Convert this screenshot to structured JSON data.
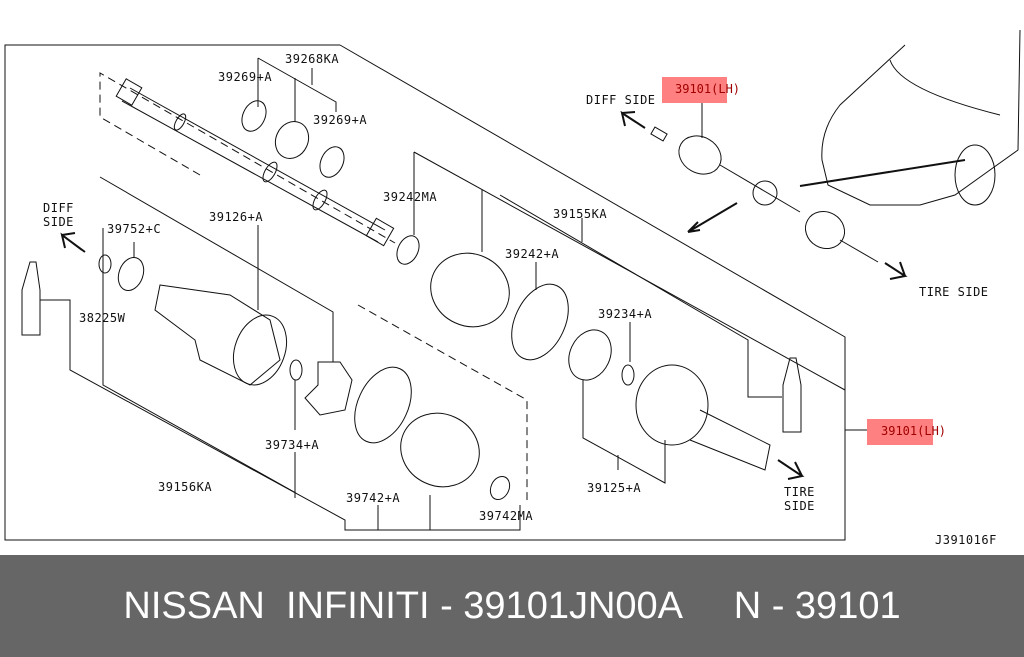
{
  "labels": {
    "p39268KA": "39268KA",
    "p39269a": "39269+A",
    "p39269b": "39269+A",
    "p39242MA": "39242MA",
    "p39126": "39126+A",
    "p39752": "39752+C",
    "p38225W": "38225W",
    "p39734": "39734+A",
    "p39156KA": "39156KA",
    "p39742": "39742+A",
    "p39742MA": "39742MA",
    "p39155KA": "39155KA",
    "p39242": "39242+A",
    "p39234": "39234+A",
    "p39125": "39125+A",
    "diff_side_left": "DIFF\nSIDE",
    "tire_side_bottom": "TIRE\nSIDE",
    "diff_side_top": "DIFF SIDE",
    "tire_side_top": "TIRE SIDE",
    "assembly_top": "39101(LH)",
    "assembly_right": "39101(LH)",
    "diagram_code": "J391016F"
  },
  "highlight_color": "#ff8080",
  "footer": {
    "text": "NISSAN  INFINITI - 39101JN00A     N - 39101"
  }
}
